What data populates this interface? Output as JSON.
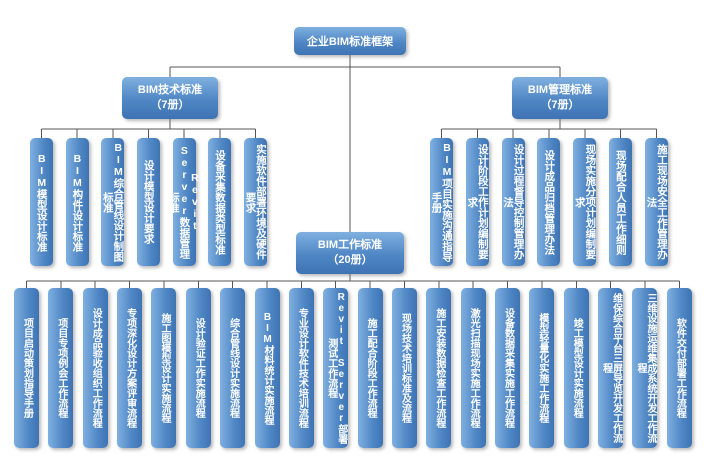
{
  "root": {
    "label": "企业BIM标准框架"
  },
  "branches": {
    "tech": {
      "title": "BIM技术标准",
      "subtitle": "（7册）",
      "items": [
        "BIM模型设计标准",
        "BIM构件设计标准",
        "BIM综合管线设计制图标准",
        "设计模型设计要求",
        "Revit Server数据管理标准",
        "设备采集数据类型标准",
        "实施软件部署环境及硬件要求"
      ]
    },
    "mgmt": {
      "title": "BIM管理标准",
      "subtitle": "（7册）",
      "items": [
        "BIM项目实施沟通指导手册",
        "设计阶段工作计划编制要求",
        "设计过程督导控制管理办法",
        "设计成品归档管理办法",
        "现场实施分项计划编制要求",
        "现场配合人员工作细则",
        "施工现场安全工作管理办法"
      ]
    },
    "work": {
      "title": "BIM工作标准",
      "subtitle": "（20册）",
      "items": [
        "项目启动策划指导手册",
        "项目专项例会工作流程",
        "设计成品验收组织工作流程",
        "专项深化设计方案评审流程",
        "施工图模型设计实施流程",
        "设计验证工作实施流程",
        "综合管线设计实施流程",
        "BIM材料统计实施流程",
        "专业设计软件技术培训流程",
        "Revit Server部署测试工作流程",
        "施工配合阶段工作流程",
        "现场技术培训标准及流程",
        "施工安装数据检查工作流程",
        "激光扫描现场实施工作流程",
        "设备数据采集实施工作流程",
        "模型轻量化实施工作流程",
        "竣工模型设计实施流程",
        "维保综合平台三屏导览开发工作流程",
        "三维设施运维集成系统开发工作流程",
        "软件交付部署工作流程"
      ]
    }
  },
  "colors": {
    "box_blue": "#4f86c4",
    "box_blue_light": "#7fb0e0",
    "box_blue_dark": "#3e74b4",
    "line": "#555555",
    "text": "#ffffff"
  }
}
